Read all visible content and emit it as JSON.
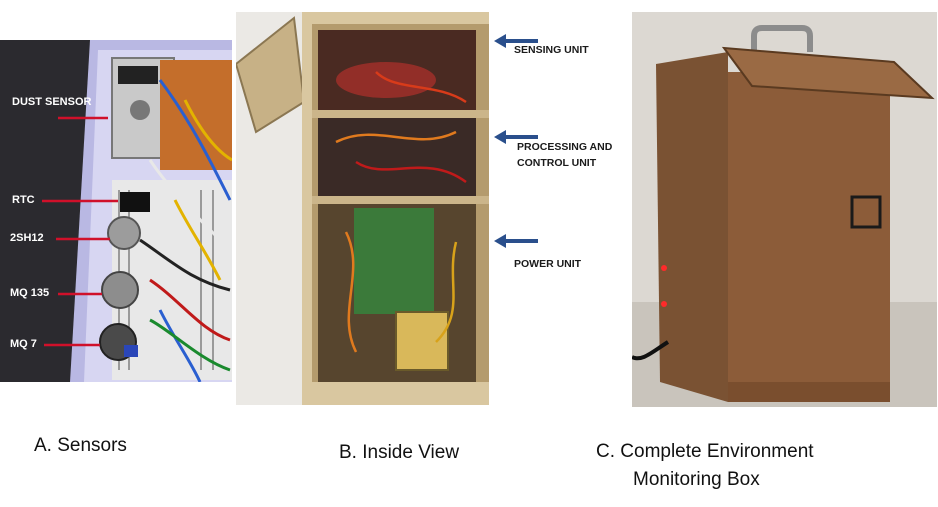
{
  "panels": {
    "sensors": {
      "labels": [
        "DUST SENSOR",
        "RTC",
        "2SH12",
        "MQ 135",
        "MQ 7"
      ]
    },
    "inside_view": {
      "labels": [
        "SENSING UNIT",
        "PROCESSING AND",
        "CONTROL UNIT",
        "POWER UNIT"
      ]
    }
  },
  "captions": {
    "a": "A.  Sensors",
    "b": "B. Inside View",
    "c_line1": "C.   Complete Environment",
    "c_line2": "Monitoring Box"
  },
  "colors": {
    "label_line": "#d0102a",
    "arrow": "#2a4f8c",
    "wood": "#8a5a35"
  }
}
